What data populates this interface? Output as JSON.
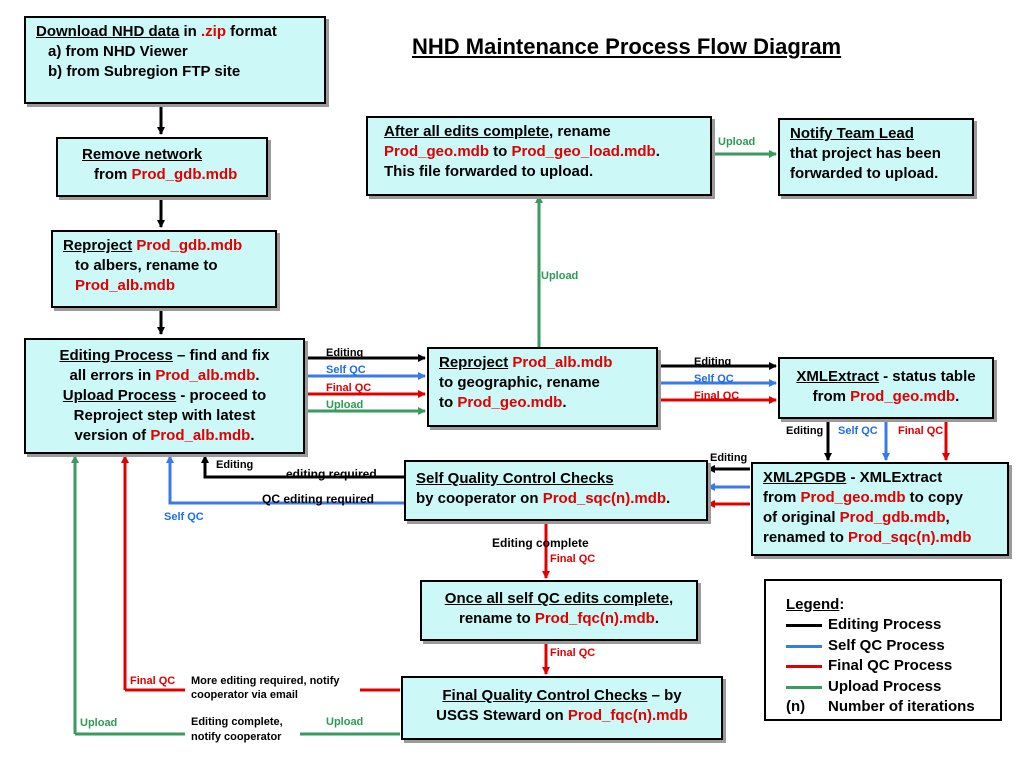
{
  "title": "NHD Maintenance Process Flow Diagram",
  "colors": {
    "editing": "#000000",
    "self_qc": "#3a7ae8",
    "final_qc": "#e00000",
    "upload": "#3a9a60",
    "box_fill": "#cdf8f8",
    "highlight_text": "#e00000"
  },
  "boxes": {
    "download": {
      "l1a": "Download NHD data",
      "l1b": " in ",
      "l1c": ".zip",
      "l1d": " format",
      "l2": "a) from NHD Viewer",
      "l3": "b) from Subregion FTP site"
    },
    "remove": {
      "l1": "Remove network",
      "l2a": "from ",
      "l2b": "Prod_gdb.mdb"
    },
    "reproject1": {
      "l1a": "Reproject",
      "l1b": " ",
      "l1c": "Prod_gdb.mdb",
      "l2": "to albers, rename to",
      "l3": "Prod_alb.mdb"
    },
    "editing": {
      "l1a": "Editing Process",
      "l1b": " – find and fix",
      "l2a": "all errors in ",
      "l2b": "Prod_alb.mdb",
      "l2c": ".",
      "l3a": "Upload Process",
      "l3b": " - proceed to",
      "l4": "Reproject step with latest",
      "l5a": "version of ",
      "l5b": "Prod_alb.mdb",
      "l5c": "."
    },
    "reproject2": {
      "l1a": "Reproject",
      "l1b": " ",
      "l1c": "Prod_alb.mdb",
      "l2": "to geographic, rename",
      "l3a": "to ",
      "l3b": "Prod_geo.mdb",
      "l3c": "."
    },
    "after_edits": {
      "l1a": "After all edits complete",
      "l1b": ", rename",
      "l2a": "Prod_geo.mdb",
      "l2b": " to ",
      "l2c": "Prod_geo_load.mdb",
      "l2d": ".",
      "l3": "This file forwarded to upload."
    },
    "notify_lead": {
      "l1": "Notify Team Lead",
      "l2": "that project has been",
      "l3": "forwarded to upload."
    },
    "xmlextract": {
      "l1a": "XMLExtract",
      "l1b": " - status table",
      "l2a": "from ",
      "l2b": "Prod_geo.mdb",
      "l2c": "."
    },
    "xml2pgdb": {
      "l1a": "XML2PGDB",
      "l1b": " - XMLExtract",
      "l2a": "from ",
      "l2b": "Prod_geo.mdb",
      "l2c": " to copy",
      "l3a": "of original ",
      "l3b": "Prod_gdb.mdb",
      "l3c": ",",
      "l4a": "renamed to ",
      "l4b": "Prod_sqc(n).mdb"
    },
    "self_qc": {
      "l1": "Self Quality Control Checks",
      "l2a": "by cooperator on ",
      "l2b": "Prod_sqc(n).mdb",
      "l2c": "."
    },
    "once_self_qc": {
      "l1a": "Once all self QC edits complete",
      "l1b": ",",
      "l2a": "rename to ",
      "l2b": "Prod_fqc(n).mdb",
      "l2c": "."
    },
    "final_qc": {
      "l1a": "Final Quality Control Checks",
      "l1b": " – by",
      "l2a": "USGS Steward on ",
      "l2b": "Prod_fqc(n).mdb"
    }
  },
  "labels": {
    "editing": "Editing",
    "self_qc": "Self QC",
    "final_qc": "Final QC",
    "upload": "Upload",
    "editing_required": "editing required",
    "qc_editing_required": "QC editing required",
    "editing_complete": "Editing complete",
    "more_editing_l1": "More editing required, notify",
    "more_editing_l2": "cooperator via email",
    "editing_complete_notify_l1": "Editing complete,",
    "editing_complete_notify_l2": "notify cooperator"
  },
  "legend": {
    "title": "Legend",
    "title_suffix": ":",
    "items": [
      {
        "label": "Editing Process",
        "color": "#000000"
      },
      {
        "label": "Self QC Process",
        "color": "#3a7ae8"
      },
      {
        "label": "Final QC Process",
        "color": "#e00000"
      },
      {
        "label": "Upload Process",
        "color": "#3a9a60"
      }
    ],
    "iterations_key": "(n)",
    "iterations_label": "Number of iterations"
  }
}
